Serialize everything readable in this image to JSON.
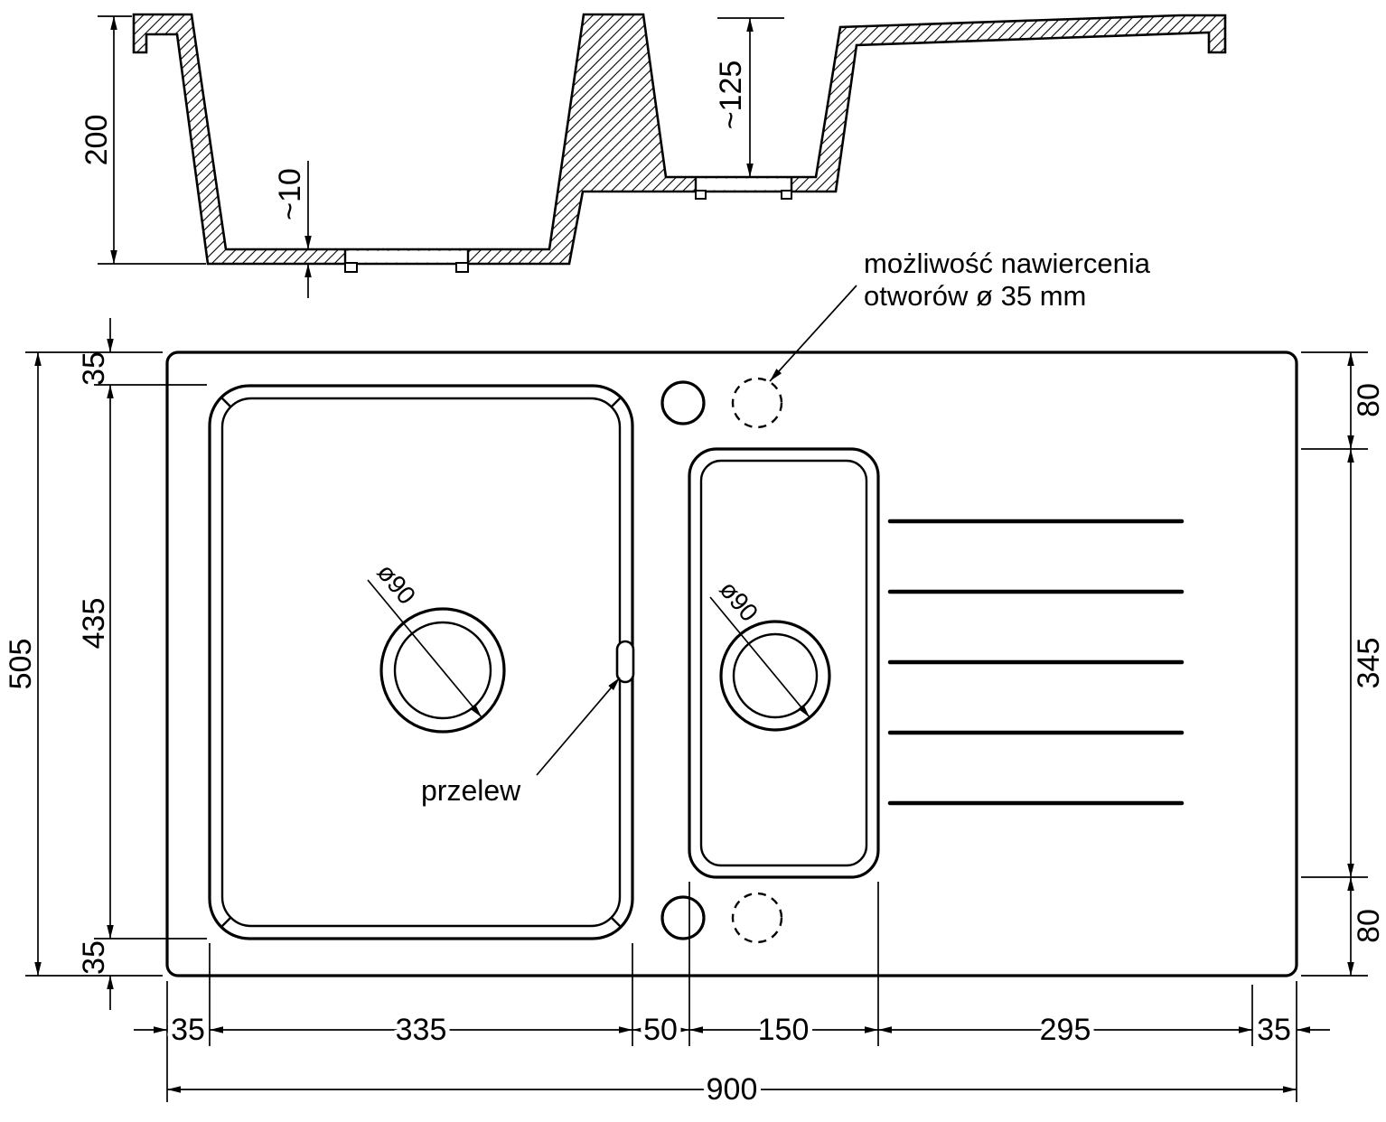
{
  "colors": {
    "line": "#000000",
    "background": "#ffffff"
  },
  "section": {
    "dim_depth_main": "200",
    "dim_bottom_thickness": "~10",
    "dim_depth_small": "~125"
  },
  "note": {
    "line1": "możliwość nawiercenia",
    "line2": "otworów ø 35 mm"
  },
  "plan": {
    "overflow_label": "przelew",
    "drain_main_diameter": "ø90",
    "drain_small_diameter": "ø90",
    "dim_total_width": "900",
    "dim_total_height": "505",
    "dim_margin_top": "35",
    "dim_main_basin_height": "435",
    "dim_margin_bottom": "35",
    "dim_right_top": "80",
    "dim_small_basin_height": "345",
    "dim_right_bottom": "80",
    "dim_left_margin": "35",
    "dim_main_basin_width": "335",
    "dim_gap": "50",
    "dim_small_basin_width": "150",
    "dim_drainer_width": "295",
    "dim_right_margin": "35"
  }
}
